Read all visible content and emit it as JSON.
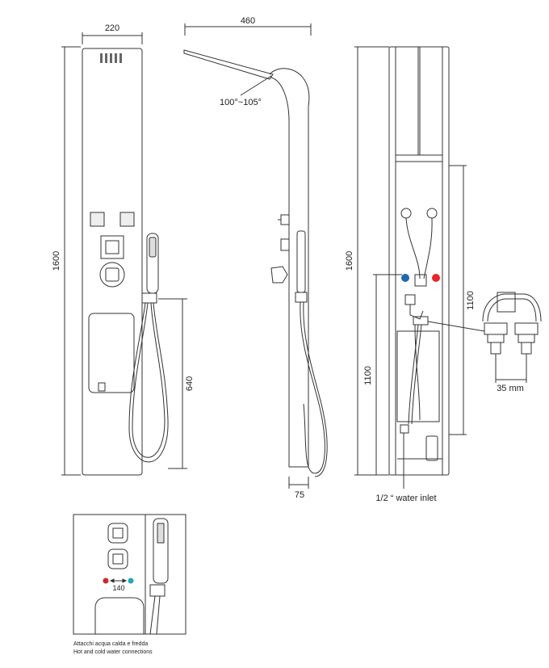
{
  "dimensions": {
    "front_width": "220",
    "front_height": "1600",
    "hose_height": "640",
    "side_projection": "460",
    "arm_angle": "100°~105°",
    "side_depth": "75",
    "back_height": "1600",
    "back_right_height": "1100",
    "back_left_height": "1100",
    "connector_spacing": "35 mm",
    "inlet_label": "1/2 “ water inlet",
    "detail_spacing": "140"
  },
  "caption": {
    "line1": "Attacchi acqua calda e fredda",
    "line2": "Hot and cold water connections"
  },
  "colors": {
    "hot": "#e8262a",
    "cold": "#2266b0",
    "cold_detail": "#22a7b8",
    "hot_detail": "#c62a2a"
  }
}
